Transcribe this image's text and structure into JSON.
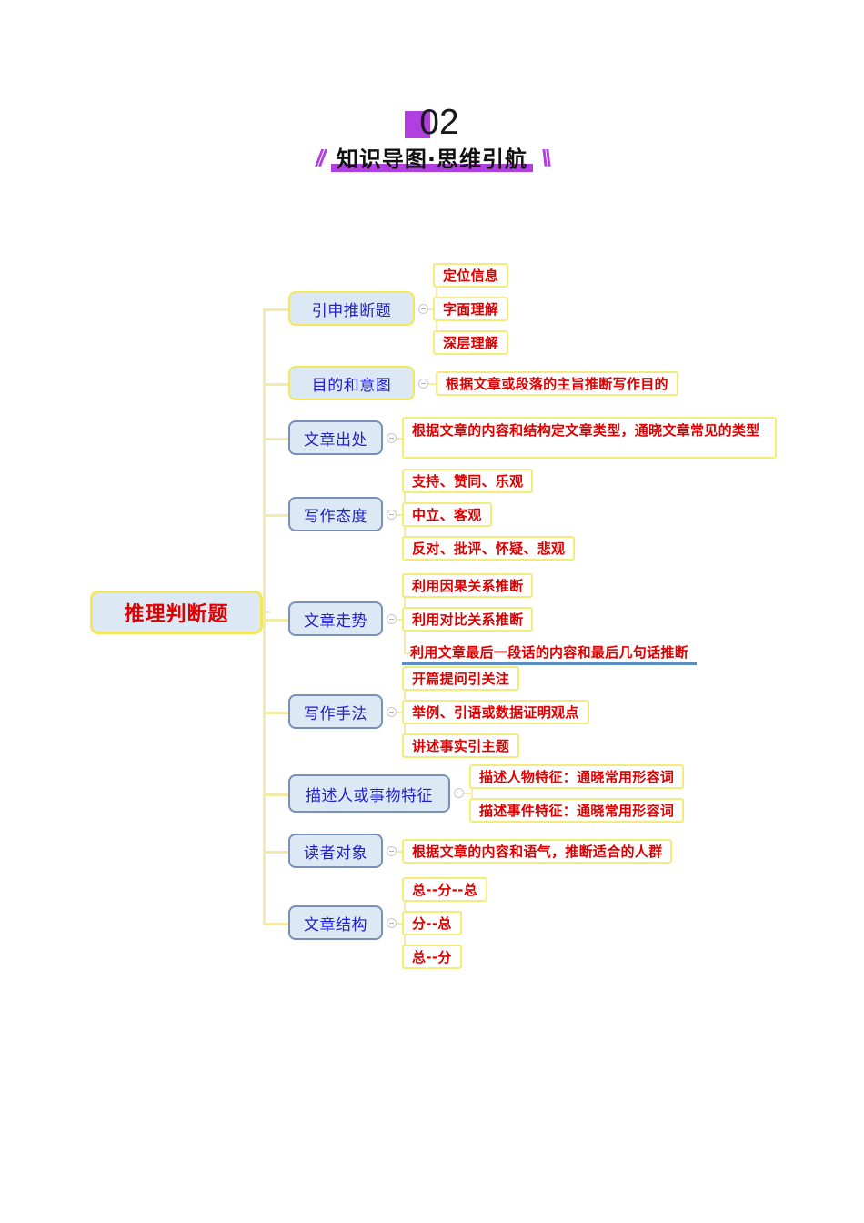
{
  "header": {
    "number": "02",
    "title": "知识导图·思维引航",
    "slash_left": "//",
    "slash_right": "\\\\",
    "accent_color": "#b03ee0"
  },
  "colors": {
    "root_fill": "#dce9f5",
    "root_border": "#f2e85c",
    "root_text": "#dd0000",
    "branch_fill": "#dce9f5",
    "branch_text": "#2121cc",
    "leaf_border": "#f3ec7a",
    "leaf_text": "#dd0000",
    "connector": "#f5eaa8",
    "underline": "#5b8ec4"
  },
  "mindmap": {
    "root": "推理判断题",
    "branches": [
      {
        "label": "引申推断题",
        "border": "yellow",
        "children": [
          "定位信息",
          "字面理解",
          "深层理解"
        ]
      },
      {
        "label": "目的和意图",
        "border": "yellow",
        "children": [
          "根据文章或段落的主旨推断写作目的"
        ]
      },
      {
        "label": "文章出处",
        "border": "blue",
        "children": [
          "根据文章的内容和结构定文章类型，通晓文章常见的类型"
        ]
      },
      {
        "label": "写作态度",
        "border": "blue",
        "children": [
          "支持、赞同、乐观",
          "中立、客观",
          "反对、批评、怀疑、悲观"
        ]
      },
      {
        "label": "文章走势",
        "border": "blue",
        "children": [
          "利用因果关系推断",
          "利用对比关系推断",
          "利用文章最后一段话的内容和最后几句话推断"
        ]
      },
      {
        "label": "写作手法",
        "border": "blue",
        "children": [
          "开篇提问引关注",
          "举例、引语或数据证明观点",
          "讲述事实引主题"
        ]
      },
      {
        "label": "描述人或事物特征",
        "border": "blue",
        "children": [
          "描述人物特征：通晓常用形容词",
          "描述事件特征：通晓常用形容词"
        ]
      },
      {
        "label": "读者对象",
        "border": "blue",
        "children": [
          "根据文章的内容和语气，推断适合的人群"
        ]
      },
      {
        "label": "文章结构",
        "border": "blue",
        "children": [
          "总--分--总",
          "分--总",
          "总--分"
        ]
      }
    ]
  }
}
